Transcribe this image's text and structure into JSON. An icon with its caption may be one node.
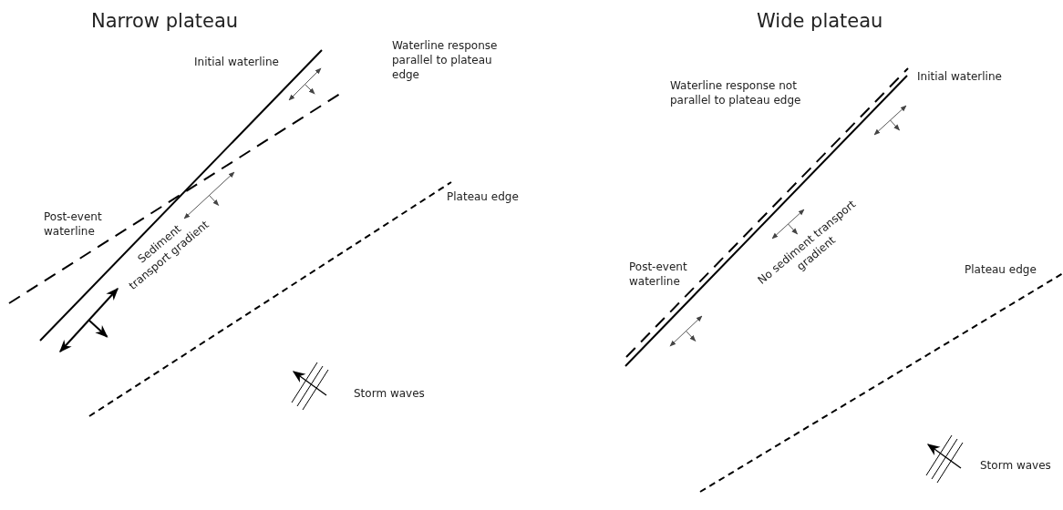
{
  "diagram": {
    "labels": [
      "Narrow plateau",
      "Initial waterline",
      "Waterline response parallel to plateau edge",
      "Post-event waterline",
      "Plateau edge",
      "Sediment transport gradient",
      "Storm waves",
      "Wide plateau",
      "Waterline response not parallel to plateau edge",
      "Initial waterline",
      "Post-event waterline",
      "No sediment transport gradient",
      "Plateau edge",
      "Storm waves"
    ]
  }
}
